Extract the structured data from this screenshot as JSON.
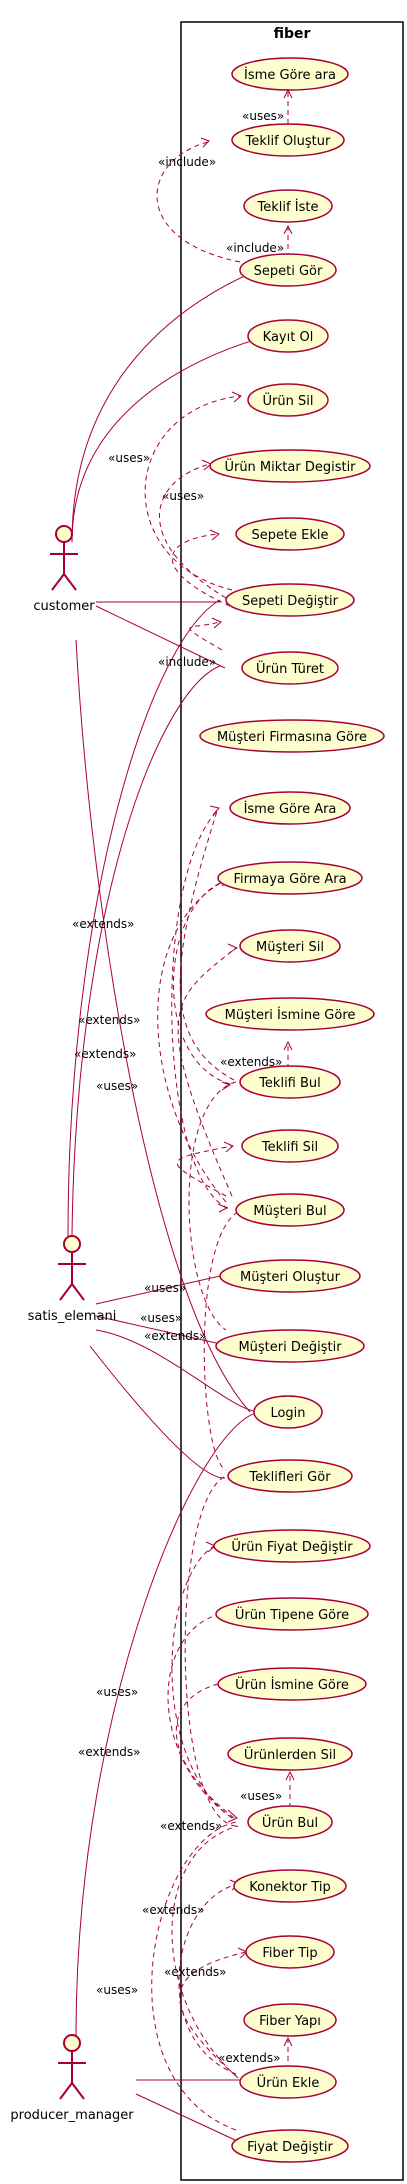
{
  "system": {
    "title": "fiber"
  },
  "actors": [
    {
      "id": "customer",
      "label": "customer"
    },
    {
      "id": "satis",
      "label": "satis_elemani"
    },
    {
      "id": "pm",
      "label": "producer_manager"
    }
  ],
  "usecases": [
    {
      "id": "isme_gore_ara",
      "label": "İsme Göre ara"
    },
    {
      "id": "teklif_olustur",
      "label": "Teklif Oluştur"
    },
    {
      "id": "teklif_iste",
      "label": "Teklif İste"
    },
    {
      "id": "sepeti_gor",
      "label": "Sepeti Gör"
    },
    {
      "id": "kayit_ol",
      "label": "Kayıt Ol"
    },
    {
      "id": "urun_sil",
      "label": "Ürün Sil"
    },
    {
      "id": "urun_miktar",
      "label": "Ürün Miktar Degistir"
    },
    {
      "id": "sepete_ekle",
      "label": "Sepete Ekle"
    },
    {
      "id": "sepeti_degistir",
      "label": "Sepeti Değiştir"
    },
    {
      "id": "urun_turet",
      "label": "Ürün Türet"
    },
    {
      "id": "musteri_firma",
      "label": "Müşteri Firmasına Göre"
    },
    {
      "id": "isme_gore_ara2",
      "label": "İsme Göre Ara"
    },
    {
      "id": "firmaya_gore",
      "label": "Firmaya Göre Ara"
    },
    {
      "id": "musteri_sil",
      "label": "Müşteri Sil"
    },
    {
      "id": "musteri_isim",
      "label": "Müşteri İsmine Göre"
    },
    {
      "id": "teklifi_bul",
      "label": "Teklifi Bul"
    },
    {
      "id": "teklifi_sil",
      "label": "Teklifi Sil"
    },
    {
      "id": "musteri_bul",
      "label": "Müşteri Bul"
    },
    {
      "id": "musteri_olustur",
      "label": "Müşteri Oluştur"
    },
    {
      "id": "musteri_degistir",
      "label": "Müşteri Değiştir"
    },
    {
      "id": "login",
      "label": "Login"
    },
    {
      "id": "teklifleri_gor",
      "label": "Teklifleri Gör"
    },
    {
      "id": "urun_fiyat",
      "label": "Ürün Fiyat Değiştir"
    },
    {
      "id": "urun_tip",
      "label": "Ürün Tipene Göre"
    },
    {
      "id": "urun_isim",
      "label": "Ürün İsmine Göre"
    },
    {
      "id": "urunlerden_sil",
      "label": "Ürünlerden Sil"
    },
    {
      "id": "urun_bul",
      "label": "Ürün Bul"
    },
    {
      "id": "konektor_tip",
      "label": "Konektor Tip"
    },
    {
      "id": "fiber_tip",
      "label": "Fiber Tip"
    },
    {
      "id": "fiber_yapi",
      "label": "Fiber Yapı"
    },
    {
      "id": "urun_ekle",
      "label": "Ürün Ekle"
    },
    {
      "id": "fiyat_degistir",
      "label": "Fiyat Değiştir"
    }
  ],
  "edge_labels": {
    "uses": "«uses»",
    "include": "«include»",
    "extends": "«extends»"
  }
}
